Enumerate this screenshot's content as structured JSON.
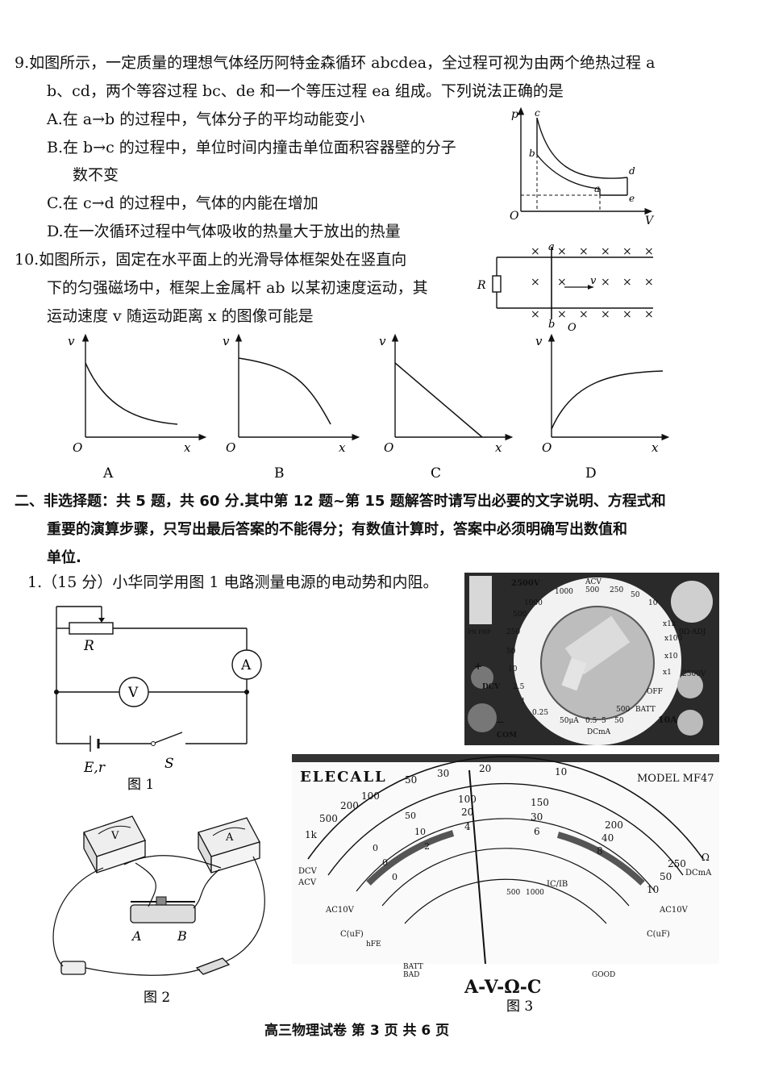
{
  "q9": {
    "stem_line1": "9.如图所示，一定质量的理想气体经历阿特金森循环 abcdea，全过程可视为由两个绝热过程 a",
    "stem_line2": "b、cd，两个等容过程 bc、de 和一个等压过程 ea 组成。下列说法正确的是",
    "option_a": "A.在 a→b 的过程中，气体分子的平均动能变小",
    "option_b1": "B.在 b→c 的过程中，单位时间内撞击单位面积容器壁的分子",
    "option_b2": "数不变",
    "option_c": "C.在 c→d 的过程中，气体的内能在增加",
    "option_d": "D.在一次循环过程中气体吸收的热量大于放出的热量",
    "graph": {
      "y": "p",
      "x": "V",
      "o": "O",
      "pts": [
        "a",
        "b",
        "c",
        "d",
        "e"
      ]
    }
  },
  "q10": {
    "stem_line1": "10.如图所示，固定在水平面上的光滑导体框架处在竖直向",
    "stem_line2": "下的匀强磁场中，框架上金属杆 ab 以某初速度运动，其",
    "stem_line3": "运动速度 v 随运动距离 x 的图像可能是",
    "figure": {
      "r": "R",
      "a": "a",
      "b": "b",
      "v": "v",
      "o": "O",
      "cross": "×"
    },
    "graphs": [
      {
        "label": "A",
        "y": "v",
        "x": "x",
        "o": "O"
      },
      {
        "label": "B",
        "y": "v",
        "x": "x",
        "o": "O"
      },
      {
        "label": "C",
        "y": "v",
        "x": "x",
        "o": "O"
      },
      {
        "label": "D",
        "y": "v",
        "x": "x",
        "o": "O"
      }
    ]
  },
  "section2": {
    "line1": "二、非选择题：共 5 题，共 60 分.其中第 12 题~第 15 题解答时请写出必要的文字说明、方程式和",
    "line2": "重要的演算步骤，只写出最后答案的不能得分；有数值计算时，答案中必须明确写出数值和",
    "line3": "单位."
  },
  "q11": {
    "stem": "1.（15 分）小华同学用图 1 电路测量电源的电动势和内阻。",
    "fig1": {
      "r": "R",
      "a": "A",
      "v": "V",
      "e": "E,r",
      "s": "S",
      "caption": "图 1"
    },
    "fig2": {
      "caption": "图 2",
      "a": "A",
      "b": "B",
      "meter_v": "V",
      "meter_a": "A"
    },
    "fig3": {
      "caption": "图 3",
      "brand": "ELECALL",
      "model": "MODEL MF47",
      "logo": "A-V-Ω-C",
      "upper_scale": [
        "1k",
        "500",
        "200",
        "100",
        "50",
        "30",
        "20",
        "10"
      ],
      "mid_scale1": [
        "0",
        "50",
        "100",
        "150",
        "200",
        "250"
      ],
      "mid_scale2": [
        "0",
        "10",
        "20",
        "30",
        "40",
        "50"
      ],
      "mid_scale3": [
        "0",
        "2",
        "4",
        "6",
        "8",
        "10"
      ],
      "left_labels": [
        "DCV",
        "ACV"
      ],
      "right_labels": [
        "Ω",
        "DCmA"
      ],
      "ac_label": "AC10V",
      "c_label": "C(uF)",
      "hfe": "hFE",
      "icib": "IC/IB",
      "batt": "BATT",
      "bad": "BAD",
      "good": "GOOD",
      "top_ticks": [
        "500",
        "1000"
      ]
    },
    "selector": {
      "v2500": "2500V",
      "acv": "ACV",
      "dcv": "DCV",
      "com": "COM",
      "off": "OFF",
      "batt": "BATT",
      "ten_a": "10A",
      "adj": "0Ω·ADJ",
      "v2500b": "2500V",
      "dcma": "DCmA",
      "pnp": "PN PNP",
      "acv_vals": [
        "1000",
        "500",
        "250",
        "50",
        "10"
      ],
      "dcv_vals": [
        "1000",
        "500",
        "250",
        "50",
        "10",
        "2.5",
        "1",
        "0.25"
      ],
      "ohm_vals": [
        "x1k",
        "x100",
        "x10",
        "x1"
      ],
      "ma_vals": [
        "50μA",
        "0.5",
        "5",
        "50",
        "500"
      ],
      "plus": "+",
      "minus": "—"
    }
  },
  "footer": "高三物理试卷 第 3 页 共 6 页"
}
